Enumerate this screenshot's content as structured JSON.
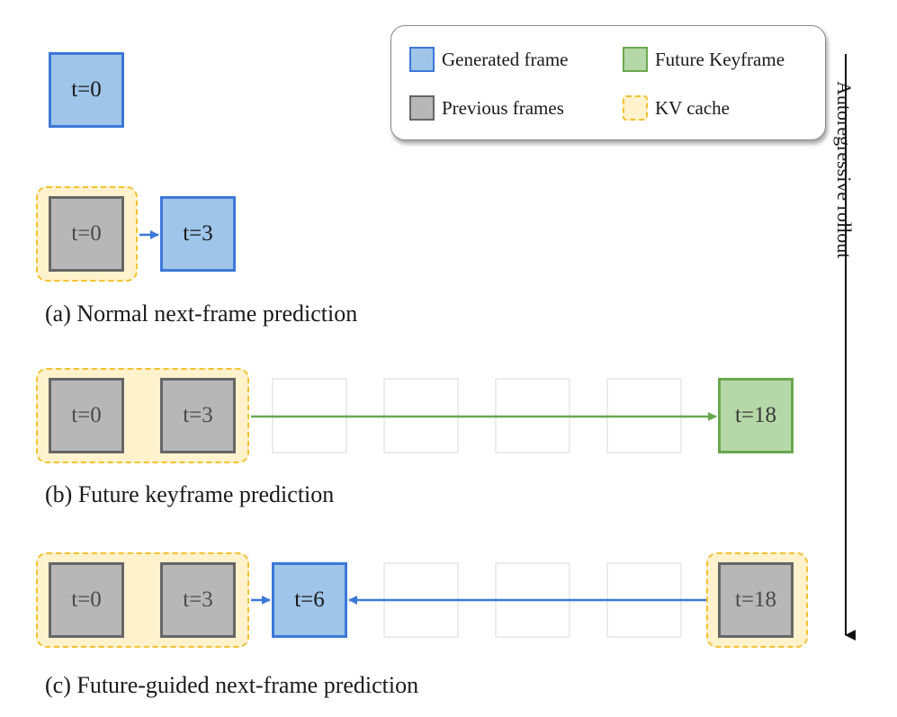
{
  "legend": {
    "generated": "Generated frame",
    "keyframe": "Future Keyframe",
    "previous": "Previous frames",
    "kv": "KV cache"
  },
  "side_label": "Autoregressive rollout",
  "top": {
    "frame": "t=0"
  },
  "row_a": {
    "prev": "t=0",
    "gen": "t=3",
    "caption": "(a) Normal next-frame prediction"
  },
  "row_b": {
    "prev1": "t=0",
    "prev2": "t=3",
    "key": "t=18",
    "caption": "(b) Future keyframe prediction"
  },
  "row_c": {
    "prev1": "t=0",
    "prev2": "t=3",
    "gen": "t=6",
    "key": "t=18",
    "caption": "(c) Future-guided next-frame prediction"
  },
  "colors": {
    "generated_fill": "#9fc5e8",
    "generated_border": "#3c78d8",
    "previous_fill": "#b7b7b7",
    "previous_border": "#666666",
    "keyframe_fill": "#b6d7a8",
    "keyframe_border": "#6aa84f",
    "kv_fill": "#fff2cc",
    "kv_border": "#f1c232"
  }
}
